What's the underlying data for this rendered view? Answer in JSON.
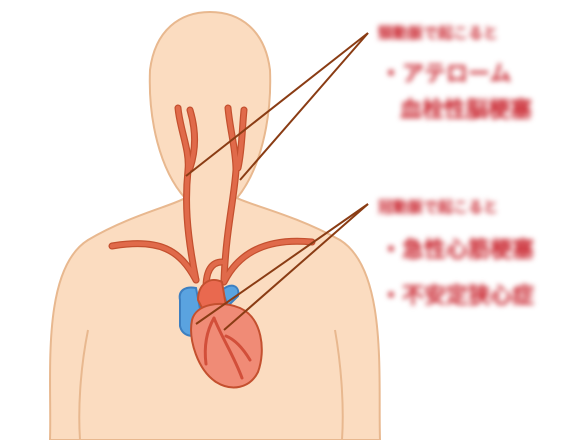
{
  "colors": {
    "skin_fill": "#fbdcc0",
    "skin_stroke": "#e8b88f",
    "artery": "#e06a4a",
    "artery_stroke": "#c4502f",
    "vein_blue": "#5aa3e0",
    "heart": "#f08b76",
    "pointer_line": "#8a3c14",
    "text_red": "#c8202a"
  },
  "annotations": {
    "upper": {
      "caption": "頸動脈で起こると",
      "items": [
        "・アテローム",
        "血栓性脳梗塞"
      ]
    },
    "lower": {
      "caption": "冠動脈で起こると",
      "items": [
        "・急性心筋梗塞",
        "・不安定狭心症"
      ]
    }
  }
}
